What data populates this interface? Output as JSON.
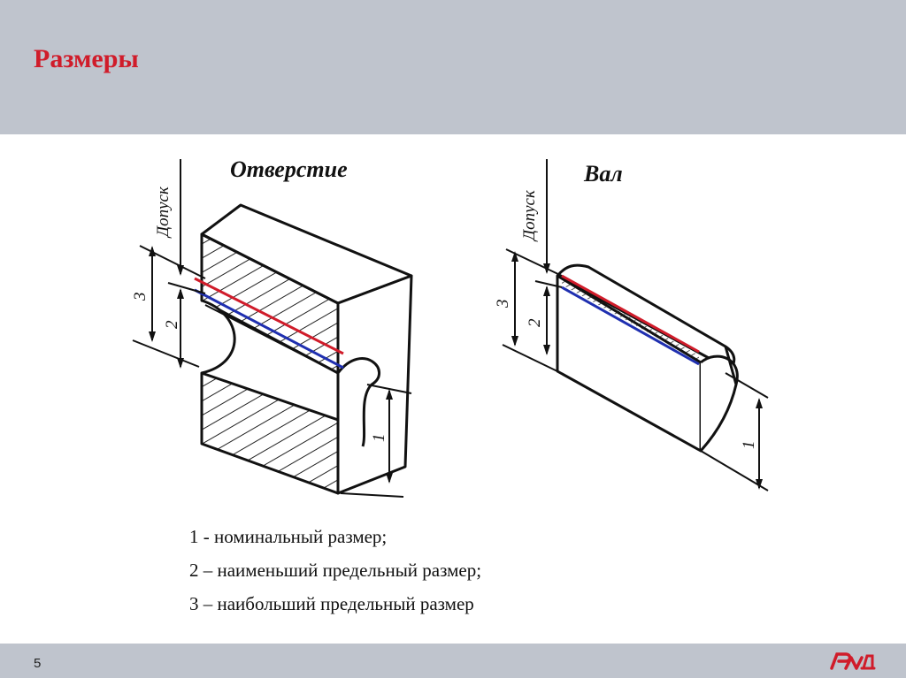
{
  "slide": {
    "title": "Размеры",
    "page_number": "5"
  },
  "figure": {
    "hole_caption": "Отверстие",
    "shaft_caption": "Вал",
    "tolerance_label": "Допуск",
    "dim_1": "1",
    "dim_2": "2",
    "dim_3": "3"
  },
  "legend": {
    "item_1": "1 - номинальный размер;",
    "item_2": "2 – наименьший предельный размер;",
    "item_3": "3 – наибольший предельный размер"
  },
  "colors": {
    "header_bg": "#bfc4cd",
    "title_red": "#d01c2a",
    "upper_limit_line": "#d01c2a",
    "lower_limit_line": "#1f2fb0"
  },
  "logo": {
    "name": "rzd-logo"
  }
}
